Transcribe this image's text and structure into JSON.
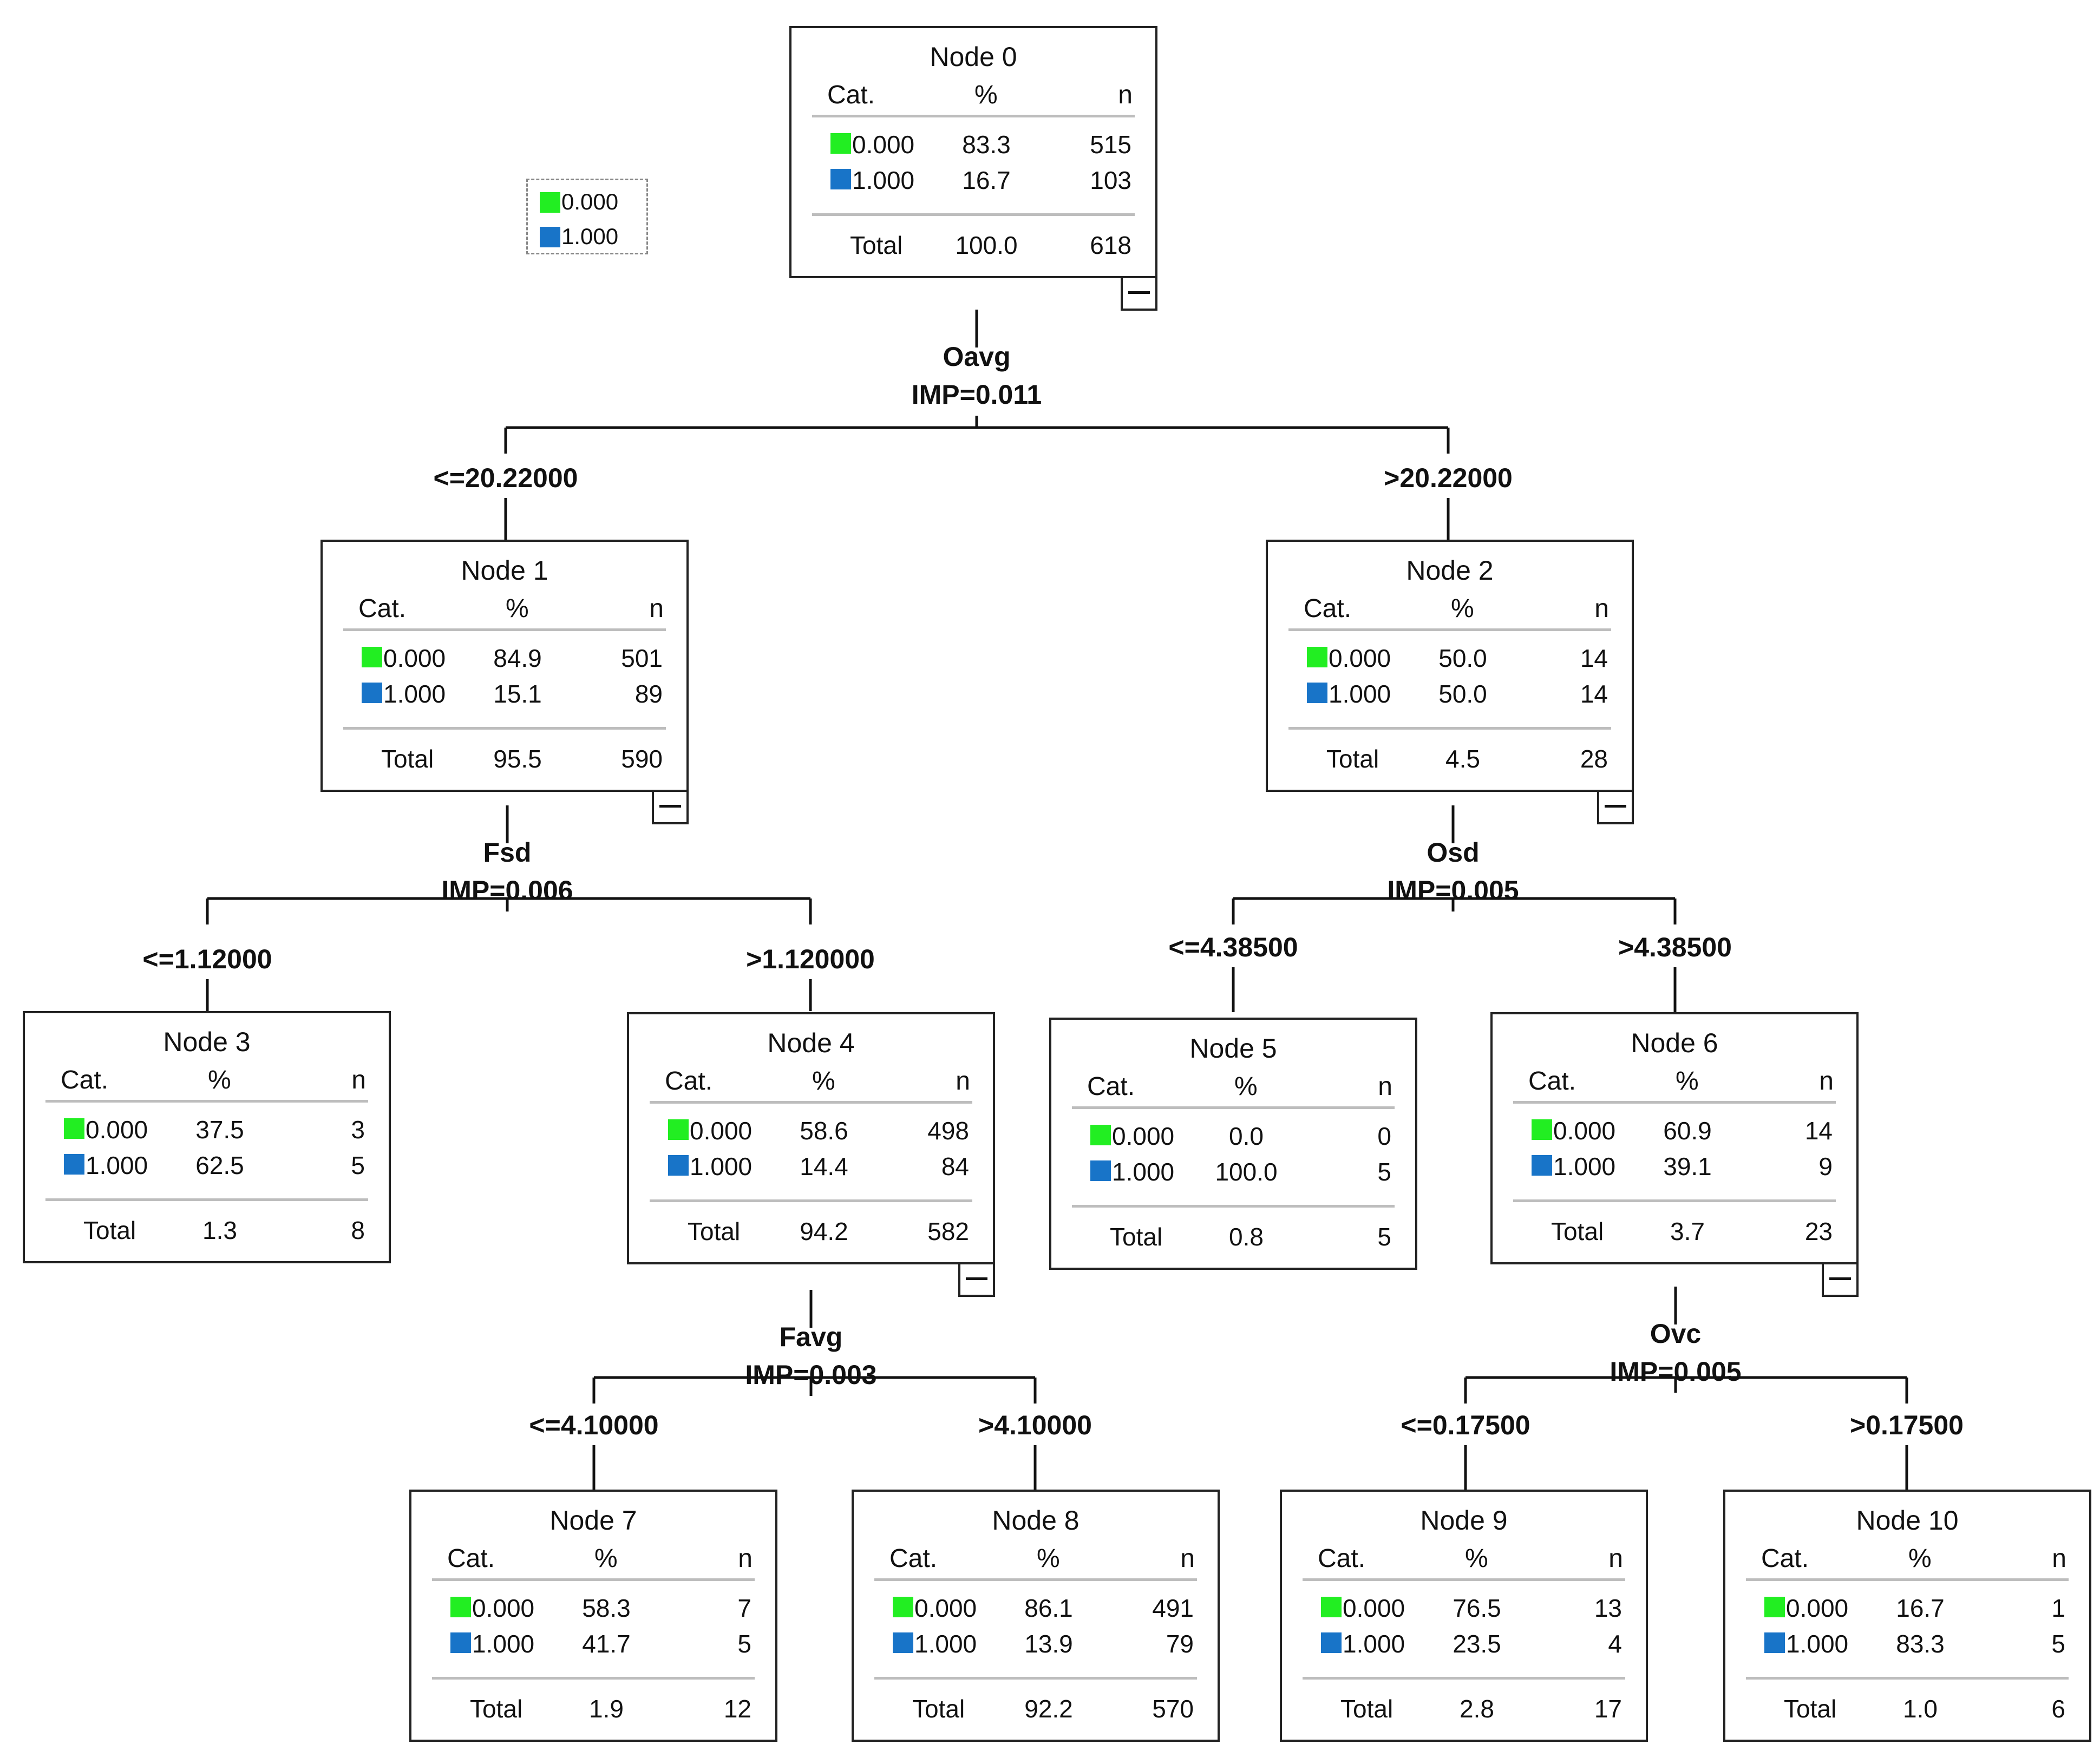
{
  "legend": {
    "items": [
      {
        "label": "0.000",
        "color": "#22ee22"
      },
      {
        "label": "1.000",
        "color": "#1874c8"
      }
    ]
  },
  "headers": {
    "cat": "Cat.",
    "pct": "%",
    "n": "n",
    "total": "Total"
  },
  "nodes": [
    {
      "id": "0",
      "title": "Node 0",
      "rows": [
        {
          "cat": "0.000",
          "pct": "83.3",
          "n": "515"
        },
        {
          "cat": "1.000",
          "pct": "16.7",
          "n": "103"
        }
      ],
      "total_pct": "100.0",
      "total_n": "618",
      "collapsible": true
    },
    {
      "id": "1",
      "title": "Node 1",
      "rows": [
        {
          "cat": "0.000",
          "pct": "84.9",
          "n": "501"
        },
        {
          "cat": "1.000",
          "pct": "15.1",
          "n": "89"
        }
      ],
      "total_pct": "95.5",
      "total_n": "590",
      "collapsible": true
    },
    {
      "id": "2",
      "title": "Node 2",
      "rows": [
        {
          "cat": "0.000",
          "pct": "50.0",
          "n": "14"
        },
        {
          "cat": "1.000",
          "pct": "50.0",
          "n": "14"
        }
      ],
      "total_pct": "4.5",
      "total_n": "28",
      "collapsible": true
    },
    {
      "id": "3",
      "title": "Node 3",
      "rows": [
        {
          "cat": "0.000",
          "pct": "37.5",
          "n": "3"
        },
        {
          "cat": "1.000",
          "pct": "62.5",
          "n": "5"
        }
      ],
      "total_pct": "1.3",
      "total_n": "8",
      "collapsible": false
    },
    {
      "id": "4",
      "title": "Node 4",
      "rows": [
        {
          "cat": "0.000",
          "pct": "58.6",
          "n": "498"
        },
        {
          "cat": "1.000",
          "pct": "14.4",
          "n": "84"
        }
      ],
      "total_pct": "94.2",
      "total_n": "582",
      "collapsible": true
    },
    {
      "id": "5",
      "title": "Node 5",
      "rows": [
        {
          "cat": "0.000",
          "pct": "0.0",
          "n": "0"
        },
        {
          "cat": "1.000",
          "pct": "100.0",
          "n": "5"
        }
      ],
      "total_pct": "0.8",
      "total_n": "5",
      "collapsible": false
    },
    {
      "id": "6",
      "title": "Node 6",
      "rows": [
        {
          "cat": "0.000",
          "pct": "60.9",
          "n": "14"
        },
        {
          "cat": "1.000",
          "pct": "39.1",
          "n": "9"
        }
      ],
      "total_pct": "3.7",
      "total_n": "23",
      "collapsible": true
    },
    {
      "id": "7",
      "title": "Node 7",
      "rows": [
        {
          "cat": "0.000",
          "pct": "58.3",
          "n": "7"
        },
        {
          "cat": "1.000",
          "pct": "41.7",
          "n": "5"
        }
      ],
      "total_pct": "1.9",
      "total_n": "12",
      "collapsible": false
    },
    {
      "id": "8",
      "title": "Node 8",
      "rows": [
        {
          "cat": "0.000",
          "pct": "86.1",
          "n": "491"
        },
        {
          "cat": "1.000",
          "pct": "13.9",
          "n": "79"
        }
      ],
      "total_pct": "92.2",
      "total_n": "570",
      "collapsible": false
    },
    {
      "id": "9",
      "title": "Node 9",
      "rows": [
        {
          "cat": "0.000",
          "pct": "76.5",
          "n": "13"
        },
        {
          "cat": "1.000",
          "pct": "23.5",
          "n": "4"
        }
      ],
      "total_pct": "2.8",
      "total_n": "17",
      "collapsible": false
    },
    {
      "id": "10",
      "title": "Node 10",
      "rows": [
        {
          "cat": "0.000",
          "pct": "16.7",
          "n": "1"
        },
        {
          "cat": "1.000",
          "pct": "83.3",
          "n": "5"
        }
      ],
      "total_pct": "1.0",
      "total_n": "6",
      "collapsible": false
    }
  ],
  "splits": [
    {
      "parent": "0",
      "variable": "Oavg",
      "imp": "IMP=0.011",
      "left_cond": "<=20.22000",
      "right_cond": ">20.22000"
    },
    {
      "parent": "1",
      "variable": "Fsd",
      "imp": "IMP=0.006",
      "left_cond": "<=1.12000",
      "right_cond": ">1.120000"
    },
    {
      "parent": "2",
      "variable": "Osd",
      "imp": "IMP=0.005",
      "left_cond": "<=4.38500",
      "right_cond": ">4.38500"
    },
    {
      "parent": "4",
      "variable": "Favg",
      "imp": "IMP=0.003",
      "left_cond": "<=4.10000",
      "right_cond": ">4.10000"
    },
    {
      "parent": "6",
      "variable": "Ovc",
      "imp": "IMP=0.005",
      "left_cond": "<=0.17500",
      "right_cond": ">0.17500"
    }
  ]
}
